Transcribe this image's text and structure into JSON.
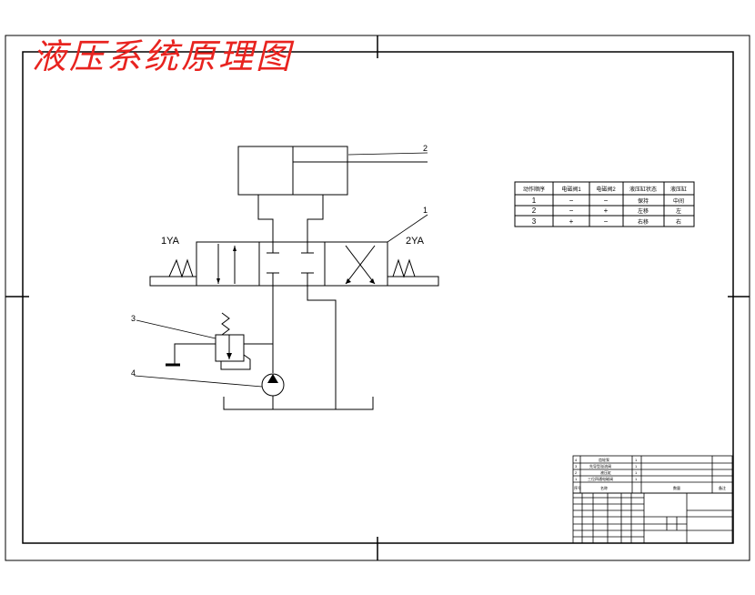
{
  "title": "液压系统原理图",
  "title_color": "#e8231f",
  "line_color": "#000000",
  "labels": {
    "left_solenoid": "1YA",
    "right_solenoid": "2YA"
  },
  "callouts": [
    "1",
    "2",
    "3",
    "4"
  ],
  "action_table": {
    "headers": [
      "动作顺序",
      "电磁阀1",
      "电磁阀2",
      "液压缸状态",
      "液压缸"
    ],
    "rows": [
      [
        "1",
        "−",
        "−",
        "保持",
        "中间"
      ],
      [
        "2",
        "−",
        "+",
        "左移",
        "左"
      ],
      [
        "3",
        "+",
        "−",
        "右移",
        "右"
      ]
    ]
  },
  "parts_list": {
    "rows": [
      [
        "4",
        "齿轮泵",
        "1"
      ],
      [
        "3",
        "先导型溢流阀",
        "1"
      ],
      [
        "2",
        "液压缸",
        "1"
      ],
      [
        "1",
        "三位四通电磁阀",
        "1"
      ]
    ],
    "header": [
      "序号",
      "名称",
      "数量",
      "备注"
    ]
  }
}
